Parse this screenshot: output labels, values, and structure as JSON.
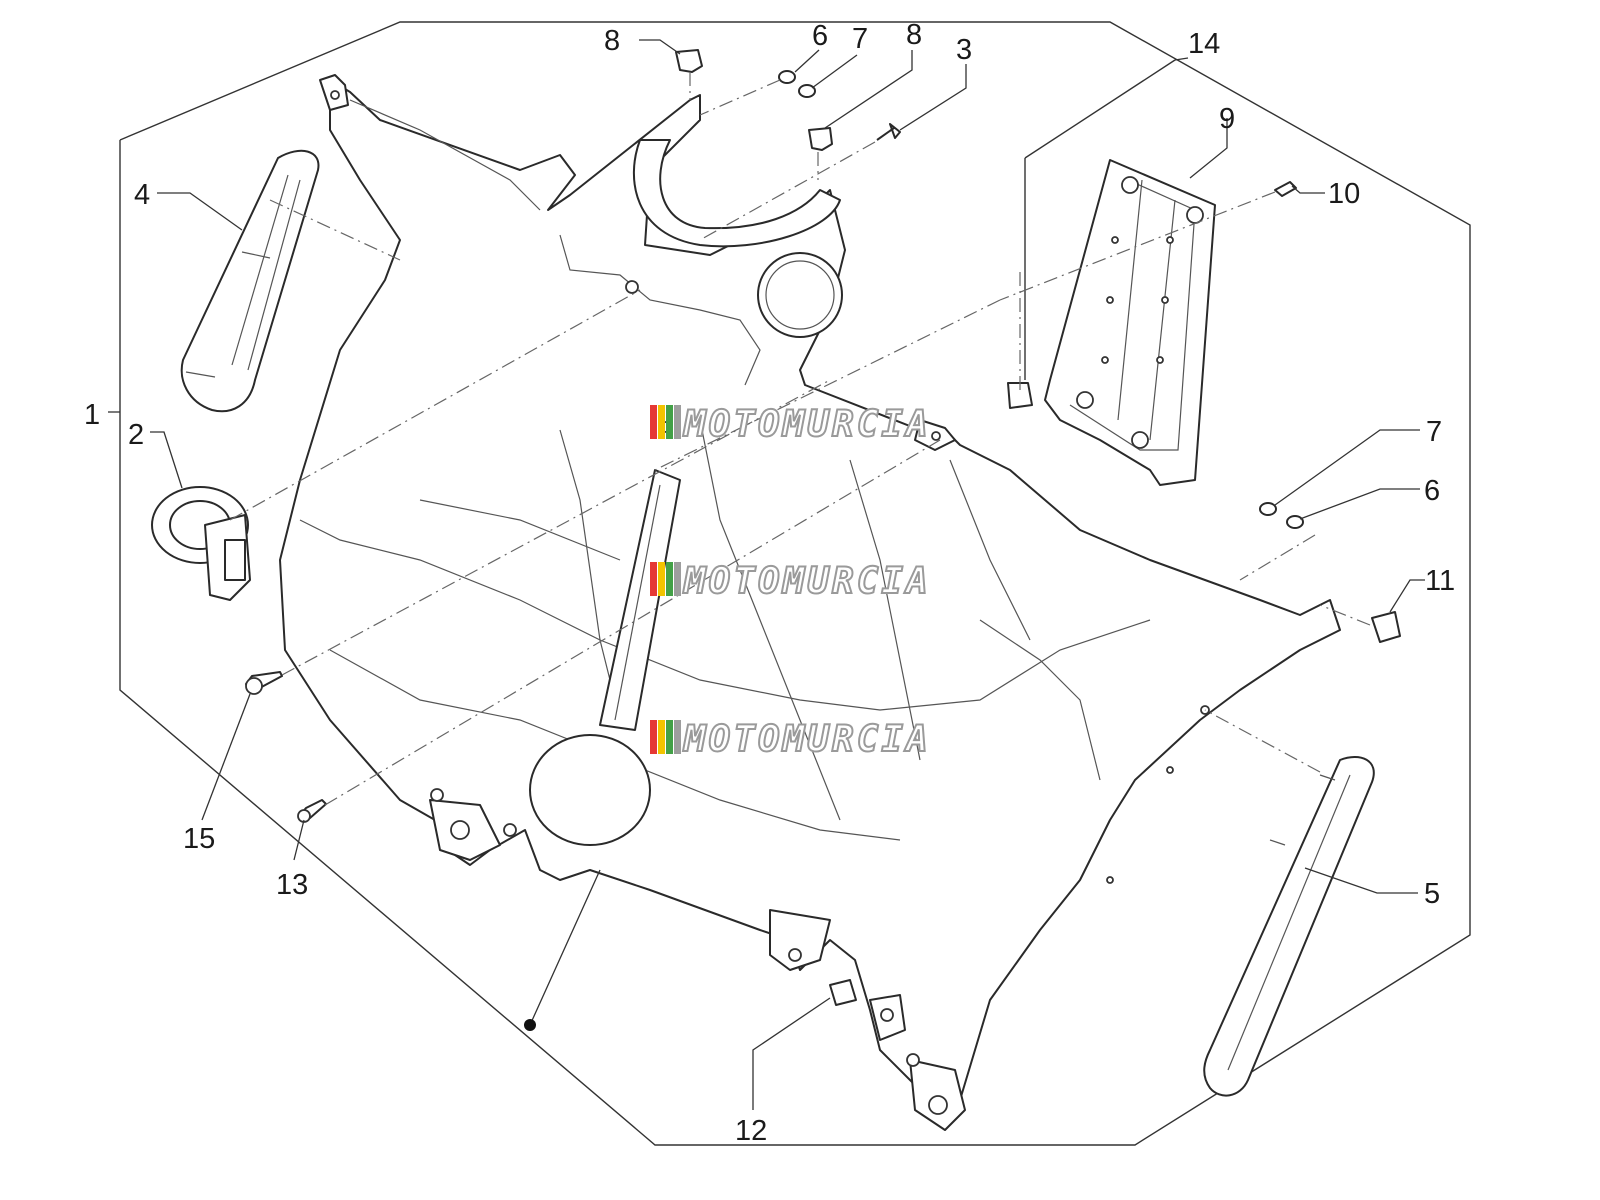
{
  "callouts": [
    {
      "id": "c1",
      "label": "1"
    },
    {
      "id": "c2",
      "label": "2"
    },
    {
      "id": "c3",
      "label": "3"
    },
    {
      "id": "c4",
      "label": "4"
    },
    {
      "id": "c5",
      "label": "5"
    },
    {
      "id": "c6a",
      "label": "6"
    },
    {
      "id": "c6b",
      "label": "6"
    },
    {
      "id": "c7a",
      "label": "7"
    },
    {
      "id": "c7b",
      "label": "7"
    },
    {
      "id": "c8a",
      "label": "8"
    },
    {
      "id": "c8b",
      "label": "8"
    },
    {
      "id": "c9",
      "label": "9"
    },
    {
      "id": "c10",
      "label": "10"
    },
    {
      "id": "c11",
      "label": "11"
    },
    {
      "id": "c12",
      "label": "12"
    },
    {
      "id": "c13",
      "label": "13"
    },
    {
      "id": "c14",
      "label": "14"
    },
    {
      "id": "c15",
      "label": "15"
    }
  ],
  "watermark": {
    "text": "MOTOMURCIA",
    "stripe_colors": [
      "#e53935",
      "#f2c400",
      "#43a047",
      "#9e9e9e"
    ]
  }
}
